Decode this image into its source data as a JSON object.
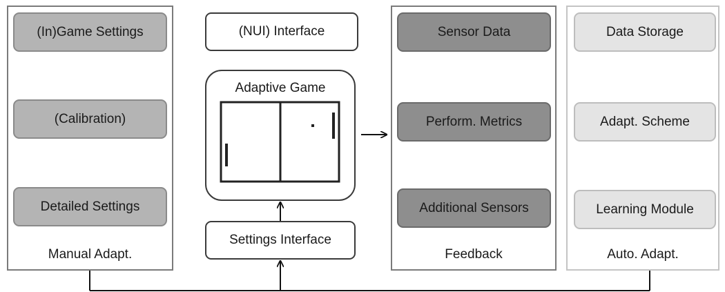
{
  "manual_panel": {
    "label": "Manual Adapt.",
    "items": [
      "(In)Game Settings",
      "(Calibration)",
      "Detailed Settings"
    ]
  },
  "center": {
    "nui_interface": "(NUI) Interface",
    "game_title": "Adaptive Game",
    "settings_interface": "Settings Interface"
  },
  "feedback_panel": {
    "label": "Feedback",
    "items": [
      "Sensor Data",
      "Perform. Metrics",
      "Additional Sensors"
    ]
  },
  "auto_panel": {
    "label": "Auto. Adapt.",
    "items": [
      "Data Storage",
      "Adapt. Scheme",
      "Learning Module"
    ]
  },
  "colors": {
    "manual_box": "#b4b4b4",
    "feedback_box": "#8e8e8e",
    "auto_box": "#e4e4e4"
  }
}
